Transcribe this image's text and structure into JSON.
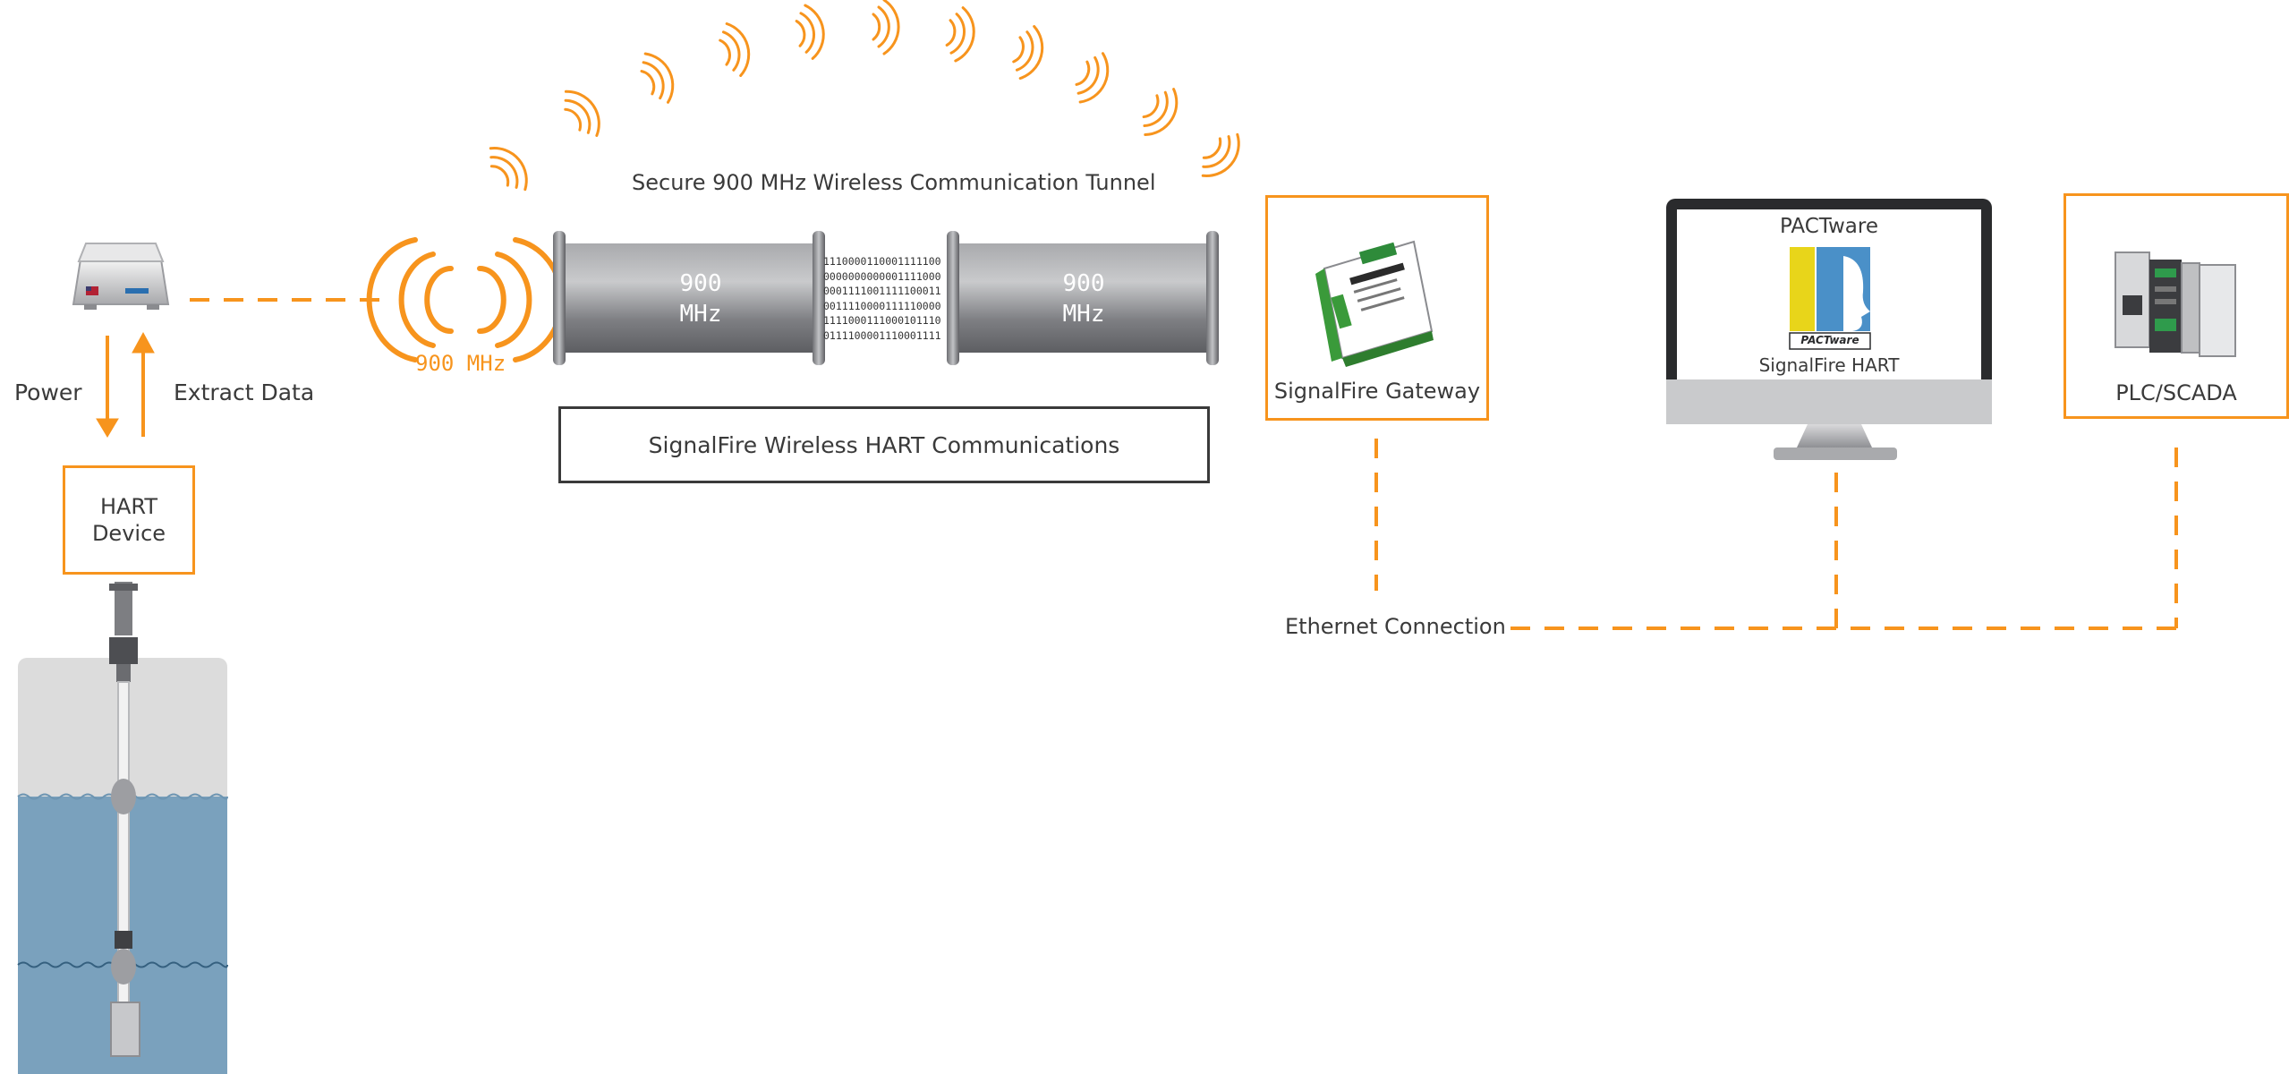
{
  "tunnel": {
    "title": "Secure 900 MHz Wireless Communication Tunnel",
    "left_label_line1": "900",
    "left_label_line2": "MHz",
    "right_label_line1": "900",
    "right_label_line2": "MHz",
    "binary_rows": [
      "1110000110001111100",
      "0000000000001111000",
      "0001111001111100011",
      "0011110000111110000",
      "1111000111000101110",
      "0111100001110001111"
    ],
    "caption": "SignalFire Wireless HART Communications"
  },
  "antenna": {
    "frequency_label": "900 MHz"
  },
  "field": {
    "power_label": "Power",
    "extract_label": "Extract Data",
    "hart_device_label_line1": "HART",
    "hart_device_label_line2": "Device"
  },
  "gateway": {
    "label": "SignalFire Gateway"
  },
  "monitor": {
    "app_title": "PACTware",
    "app_logo_text": "PACTware",
    "app_caption": "SignalFire HART"
  },
  "plc": {
    "label": "PLC/SCADA"
  },
  "network": {
    "ethernet_label": "Ethernet Connection"
  },
  "colors": {
    "accent_orange": "#f7941d",
    "text": "#3a3a3a",
    "water": "#7aa1bd",
    "tank_top": "#dcdcdc"
  }
}
